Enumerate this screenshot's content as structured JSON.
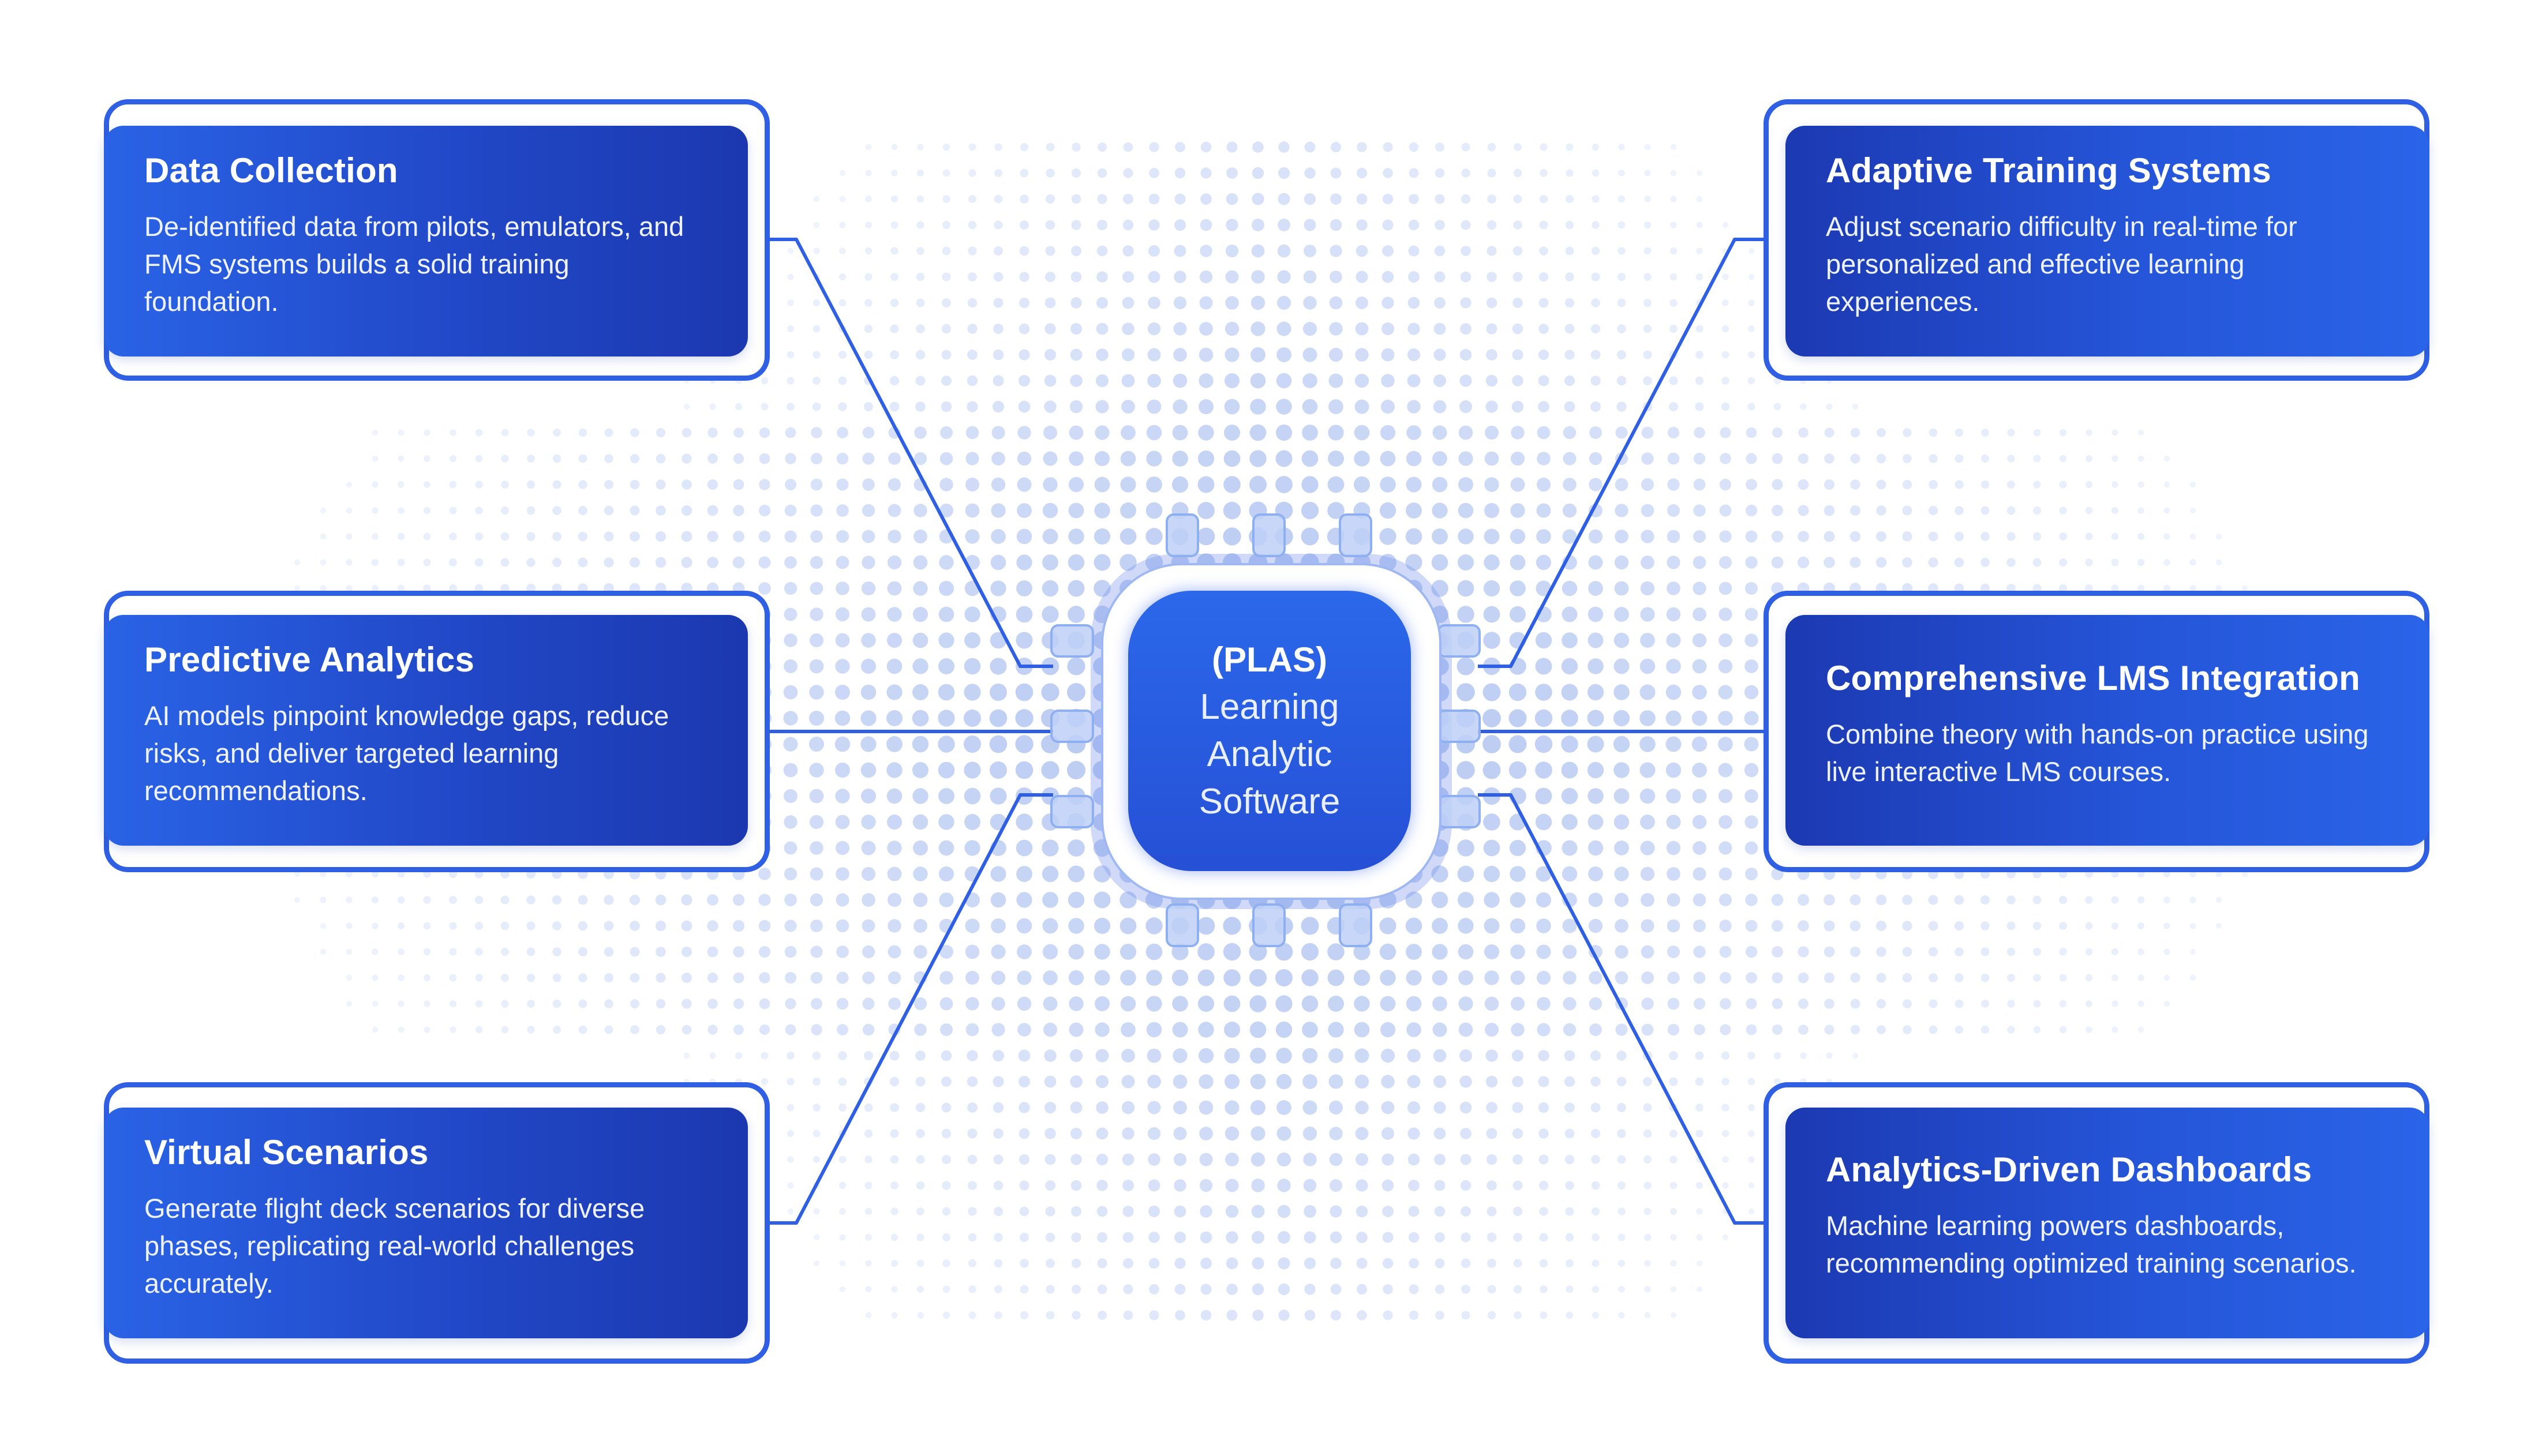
{
  "center": {
    "abbreviation": "(PLAS)",
    "name_lines": [
      "Learning",
      "Analytic",
      "Software"
    ]
  },
  "cards": [
    {
      "title": "Data Collection",
      "description": "De-identified data from pilots, emulators, and FMS systems builds a solid training foundation."
    },
    {
      "title": "Predictive Analytics",
      "description": "AI models pinpoint knowledge gaps, reduce risks, and deliver targeted learning recommendations."
    },
    {
      "title": "Virtual Scenarios",
      "description": "Generate flight deck scenarios for diverse phases, replicating real-world challenges accurately."
    },
    {
      "title": "Adaptive Training Systems",
      "description": "Adjust scenario difficulty in real-time for personalized and effective learning experiences."
    },
    {
      "title": "Comprehensive LMS Integration",
      "description": "Combine theory with hands-on practice using live interactive LMS courses."
    },
    {
      "title": "Analytics-Driven Dashboards",
      "description": "Machine learning powers dashboards, recommending optimized training scenarios."
    }
  ],
  "colors": {
    "accent": "#2f5fe3",
    "card_dark": "#1c38b0",
    "card_light": "#2a64e8",
    "dot": "#7f9fe8"
  }
}
